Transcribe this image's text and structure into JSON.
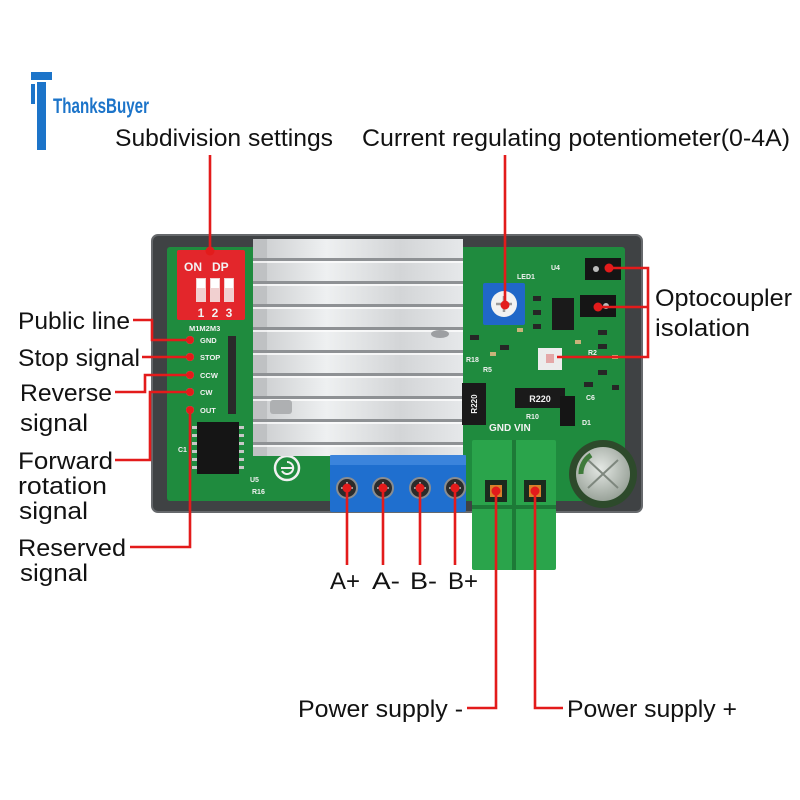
{
  "brand": {
    "logo_text": "ThanksBuyer"
  },
  "colors": {
    "callout": "#e31b1b",
    "logo": "#1c74c9",
    "enclosure": "#3f4244",
    "pcb": "#1f8b3e",
    "dip_switch": "#e3262b",
    "terminal_block": "#1f6fcf",
    "power_terminal": "#2aa44b",
    "potentiometer": "#2067c8"
  },
  "labels": {
    "subdivision_settings": "Subdivision settings",
    "current_potentiometer": "Current regulating potentiometer(0-4A)",
    "optocoupler": [
      "Optocoupler",
      "isolation"
    ],
    "public_line": "Public line",
    "stop_signal": "Stop signal",
    "reverse_signal": [
      "Reverse",
      "signal"
    ],
    "forward_rotation_signal": [
      "Forward",
      "rotation",
      "signal"
    ],
    "reserved_signal": [
      "Reserved",
      "signal"
    ],
    "motor_terminals": [
      "A+",
      "A-",
      "B-",
      "B+"
    ],
    "power_supply_minus": "Power supply -",
    "power_supply_plus": "Power supply +"
  },
  "board": {
    "dip_switch": {
      "header": [
        "ON",
        "DP"
      ],
      "positions": [
        "1",
        "2",
        "3"
      ],
      "mode_label": "M1M2M3"
    },
    "control_pins": [
      "GND",
      "STOP",
      "CCW",
      "CW",
      "OUT"
    ],
    "power_silkscreen": "GND VIN",
    "resistors": [
      "R220",
      "R220"
    ],
    "silkscreen": {
      "r10": "R10",
      "r5": "R5",
      "r18": "R18",
      "led1": "LED1",
      "u4": "U4",
      "u5": "U5",
      "r16": "R16",
      "d1": "D1",
      "c6": "C6",
      "r2": "R2",
      "c1": "C1"
    }
  }
}
